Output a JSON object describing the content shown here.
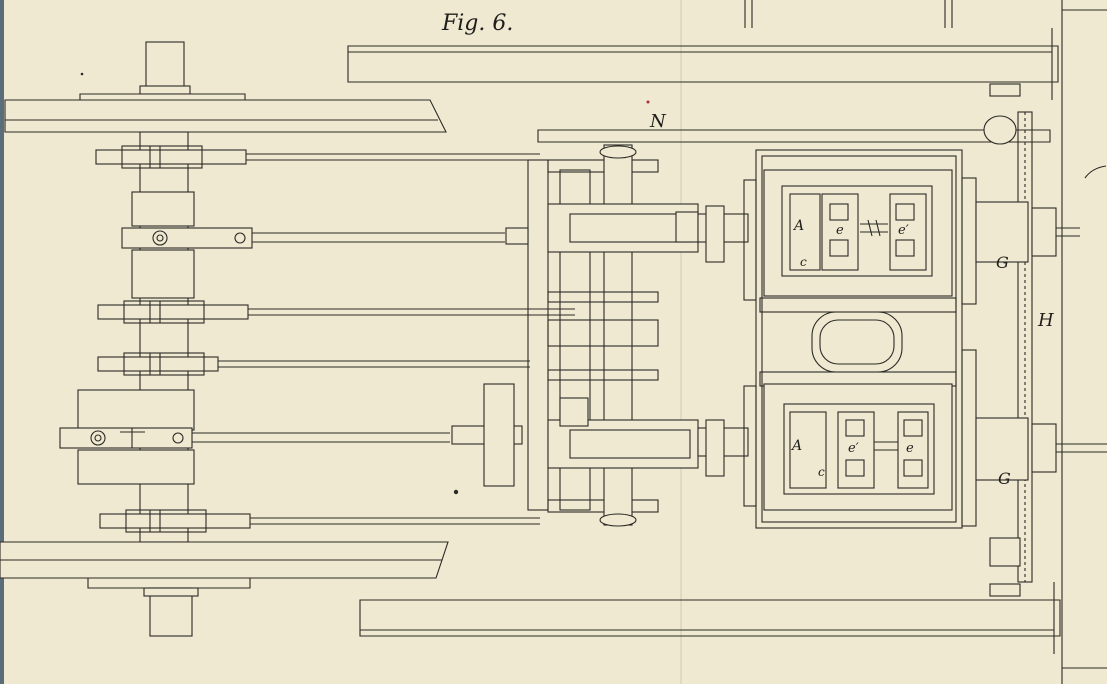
{
  "figure": {
    "title": "Fig. 6.",
    "labels": {
      "N": "N",
      "H": "H",
      "G_top": "G",
      "G_bottom": "G",
      "A_top": "A",
      "A_bottom": "A",
      "e_top": "e",
      "e_prime_top": "e′",
      "c_top": "c",
      "e_prime_bottom": "e′",
      "e_bottom": "e",
      "c_bottom": "c"
    }
  },
  "colors": {
    "paper": "#efe9d2",
    "ink": "#2b2a26",
    "edge": "#5c6d7a"
  }
}
